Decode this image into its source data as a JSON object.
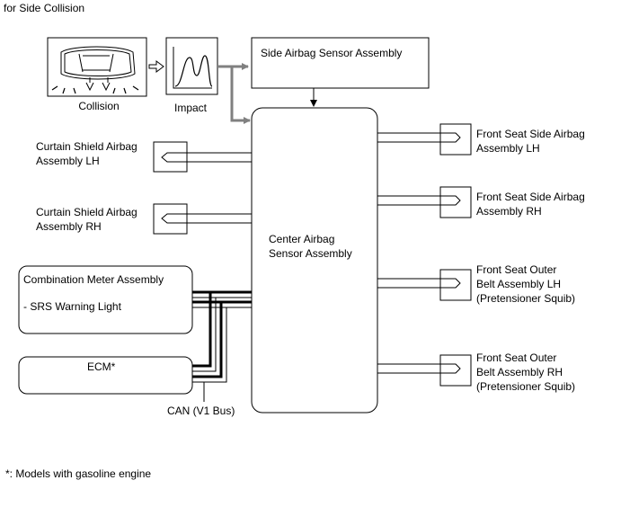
{
  "heading": "for Side Collision",
  "collision_label": "Collision",
  "impact_label": "Impact",
  "side_sensor": "Side Airbag Sensor Assembly",
  "center_sensor": {
    "line1": "Center Airbag",
    "line2": "Sensor Assembly"
  },
  "curtain_lh": {
    "line1": "Curtain Shield Airbag",
    "line2": "Assembly LH"
  },
  "curtain_rh": {
    "line1": "Curtain Shield Airbag",
    "line2": "Assembly RH"
  },
  "front_side_lh": {
    "line1": "Front Seat Side Airbag",
    "line2": "Assembly LH"
  },
  "front_side_rh": {
    "line1": "Front Seat Side Airbag",
    "line2": "Assembly RH"
  },
  "belt_lh": {
    "line1": "Front Seat Outer",
    "line2": "Belt Assembly LH",
    "line3": "(Pretensioner Squib)"
  },
  "belt_rh": {
    "line1": "Front Seat Outer",
    "line2": "Belt Assembly RH",
    "line3": "(Pretensioner Squib)"
  },
  "combination_meter": {
    "title": "Combination Meter Assembly",
    "item": "- SRS Warning Light"
  },
  "ecm": "ECM*",
  "can_bus": "CAN (V1 Bus)",
  "footnote": "*: Models with gasoline engine"
}
